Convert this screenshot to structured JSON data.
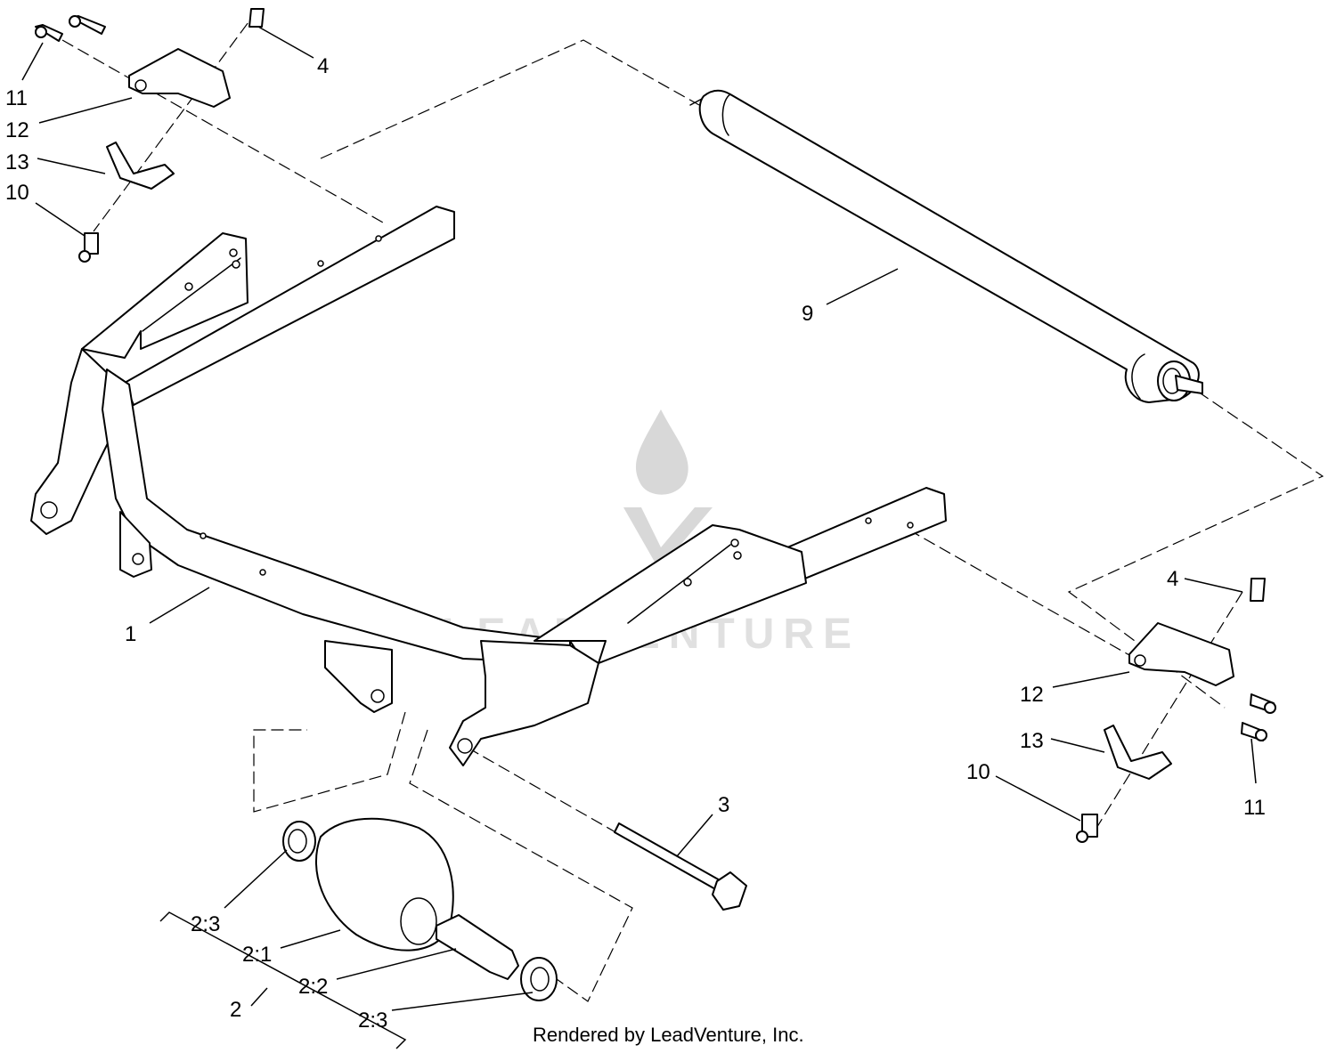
{
  "watermark": {
    "text": "LEADVENTURE"
  },
  "credit": "Rendered by LeadVenture, Inc.",
  "callouts": {
    "c1": "1",
    "c2": "2",
    "c2_1": "2:1",
    "c2_2": "2:2",
    "c2_3_top": "2:3",
    "c2_3_bottom": "2:3",
    "c3": "3",
    "c4_left": "4",
    "c4_right": "4",
    "c9": "9",
    "c10_left": "10",
    "c10_right": "10",
    "c11_left": "11",
    "c11_right": "11",
    "c12_left": "12",
    "c12_right": "12",
    "c13_left": "13",
    "c13_right": "13"
  }
}
